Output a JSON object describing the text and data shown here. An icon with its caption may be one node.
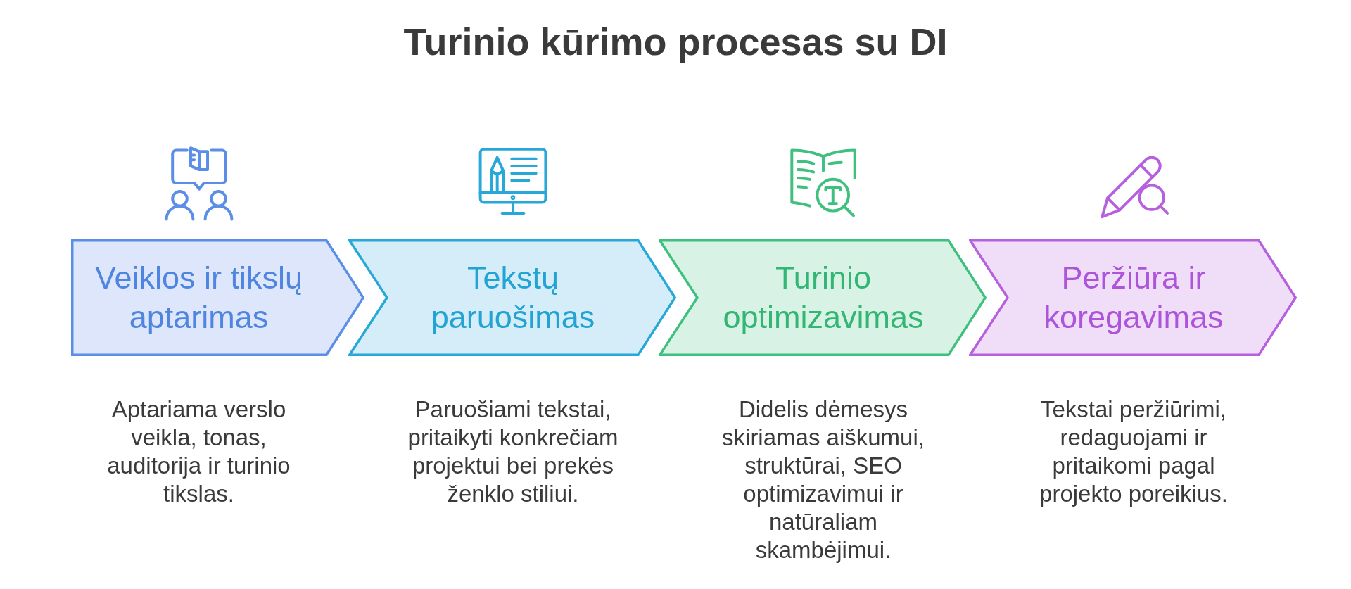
{
  "diagram": {
    "title": "Turinio kūrimo procesas su DI",
    "nodes": [
      {
        "text": [
          "Veiklos ir tikslų aptarimas"
        ],
        "beside": [
          "Aptariama verslo veikla, tonas, auditorija ir turinio tikslas."
        ]
      },
      {
        "text": [
          "Tekstų paruošimas"
        ],
        "beside": [
          "Paruošiami tekstai, pritaikyti konkrečiam projektui bei prekės ženklo stiliui."
        ]
      },
      {
        "text": [
          "Turinio optimizavimas"
        ],
        "beside": [
          "Didelis dėmesys skiriamas aiškumui, struktūrai, SEO optimizavimui ir natūraliam skambėjimui."
        ]
      },
      {
        "text": [
          "Peržiūra ir koregavimas"
        ],
        "beside": [
          "Tekstai peržiūrimi, redaguojami ir pritaikomi pagal projekto poreikius."
        ]
      }
    ]
  }
}
